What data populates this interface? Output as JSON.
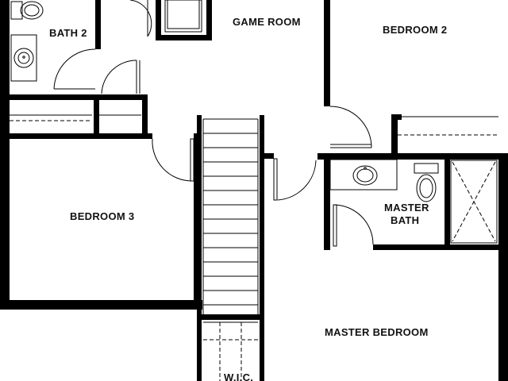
{
  "rooms": {
    "bath2": "BATH 2",
    "game_room": "GAME ROOM",
    "bedroom2": "BEDROOM 2",
    "bedroom3": "BEDROOM 3",
    "master_bath_line1": "MASTER",
    "master_bath_line2": "BATH",
    "master_bedroom": "MASTER BEDROOM",
    "wic": "W.I.C."
  },
  "colors": {
    "wall": "#000000",
    "background": "#ffffff"
  }
}
